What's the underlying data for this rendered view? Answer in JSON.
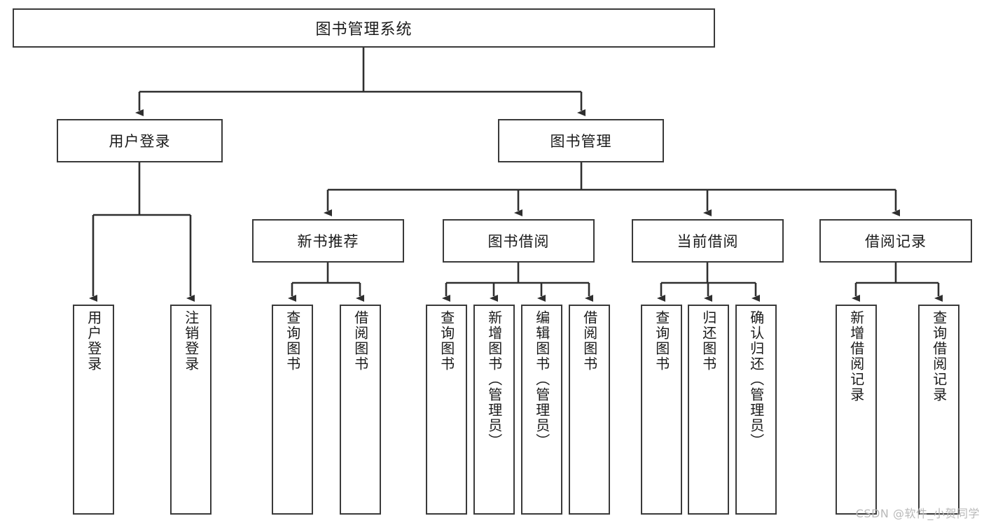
{
  "diagram": {
    "type": "tree",
    "title": "图书管理系统",
    "root": {
      "label": "图书管理系统"
    },
    "level2": [
      {
        "label": "用户登录"
      },
      {
        "label": "图书管理"
      }
    ],
    "level3": [
      {
        "label": "新书推荐"
      },
      {
        "label": "图书借阅"
      },
      {
        "label": "当前借阅"
      },
      {
        "label": "借阅记录"
      }
    ],
    "leaves": {
      "user_login": [
        {
          "label": "用户登录"
        },
        {
          "label": "注销登录"
        }
      ],
      "new_book_recommend": [
        {
          "label": "查询图书"
        },
        {
          "label": "借阅图书"
        }
      ],
      "book_borrow": [
        {
          "label": "查询图书"
        },
        {
          "label": "新增图书（管理员）"
        },
        {
          "label": "编辑图书（管理员）"
        },
        {
          "label": "借阅图书"
        }
      ],
      "current_borrow": [
        {
          "label": "查询图书"
        },
        {
          "label": "归还图书"
        },
        {
          "label": "确认归还（管理员）"
        }
      ],
      "borrow_record": [
        {
          "label": "新增借阅记录"
        },
        {
          "label": "查询借阅记录"
        }
      ]
    }
  },
  "watermark": {
    "text": "CSDN @软件_小贺同学"
  },
  "colors": {
    "stroke": "#3a3a3a",
    "fill": "#ffffff",
    "text": "#1a1a1a",
    "watermark": "#b9b9b9"
  }
}
